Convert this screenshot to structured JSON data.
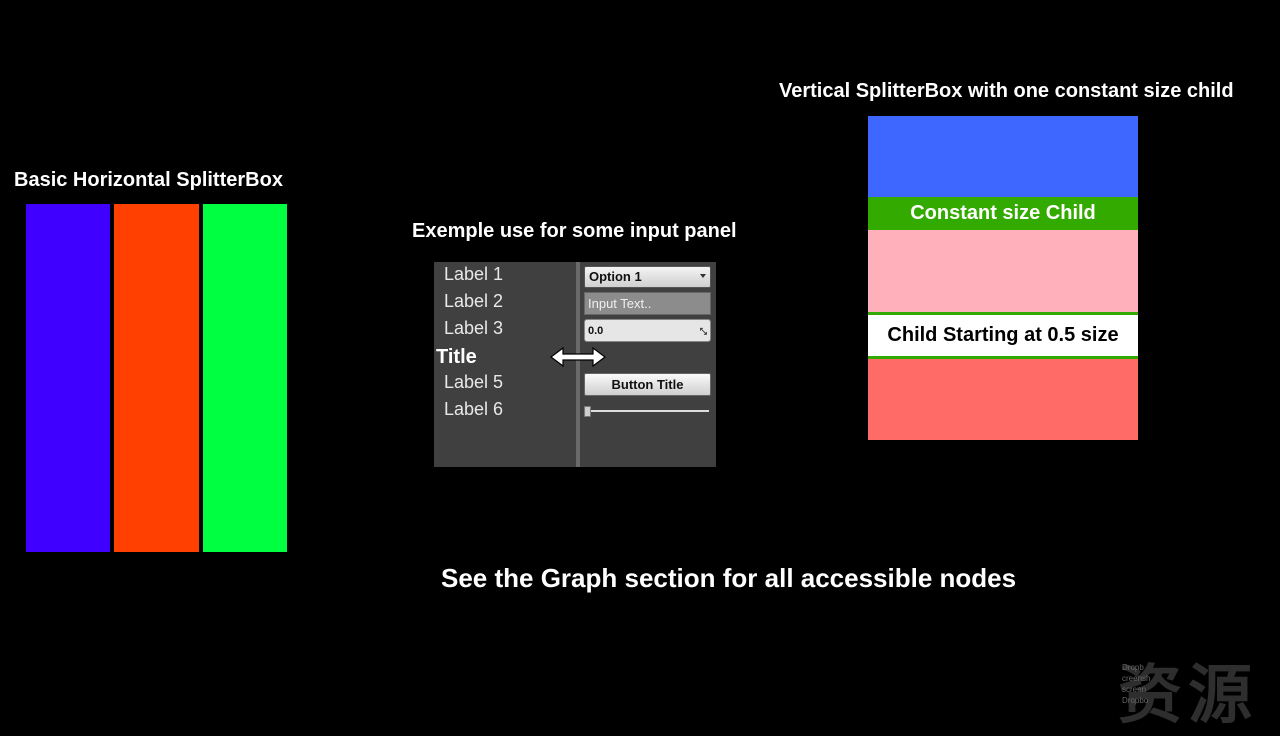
{
  "titles": {
    "horizontal": "Basic Horizontal SplitterBox",
    "input_panel": "Exemple use for some input panel",
    "vertical": "Vertical SplitterBox with one constant size child"
  },
  "horizontal_splitter": {
    "panes": [
      {
        "color": "#4000ff"
      },
      {
        "color": "#ff4000"
      },
      {
        "color": "#00ff40"
      }
    ]
  },
  "input_panel": {
    "labels": [
      "Label 1",
      "Label 2",
      "Label 3",
      "Label 5",
      "Label 6"
    ],
    "title": "Title",
    "dropdown_value": "Option 1",
    "text_input_placeholder": "Input Text..",
    "spinbox_value": "0.0",
    "button_label": "Button Title",
    "slider_value": 0.0
  },
  "vertical_splitter": {
    "children": [
      {
        "color": "#3e67ff",
        "label": ""
      },
      {
        "color": "#33aa00",
        "label": "Constant size Child",
        "text_color": "#ffffff"
      },
      {
        "color": "#ffb0ba",
        "label": ""
      },
      {
        "color": "#ffffff",
        "label": "Child Starting at 0.5 size",
        "text_color": "#000000",
        "border_color": "#33aa00"
      },
      {
        "color": "#ff6b66",
        "label": ""
      }
    ]
  },
  "footer": "See the Graph section for all accessible nodes",
  "watermark": {
    "large_text": "资源",
    "small_lines": [
      "Dropb",
      "creensh",
      "screen",
      "Dropbo"
    ]
  }
}
